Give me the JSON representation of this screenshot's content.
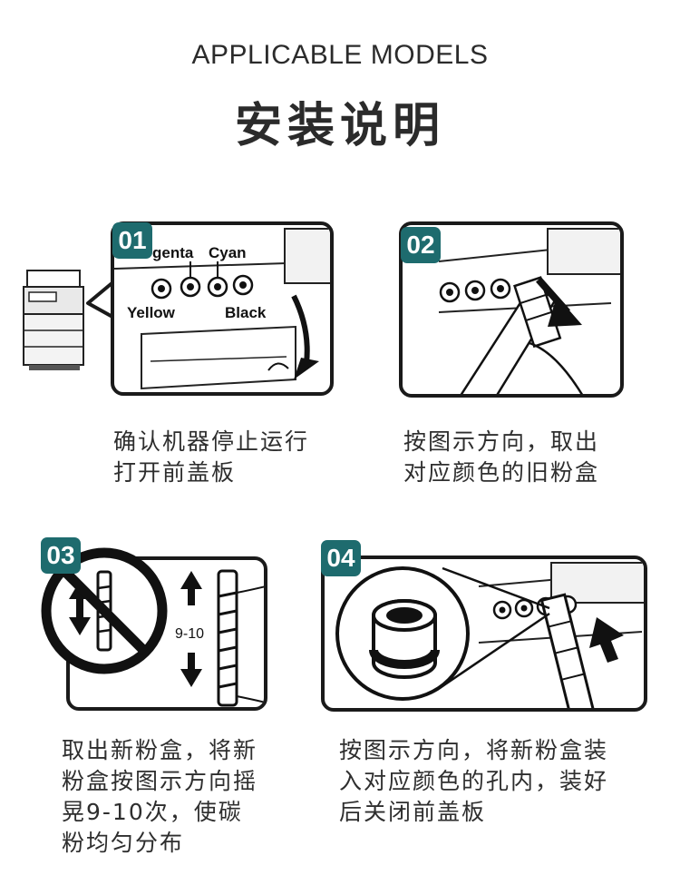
{
  "header": {
    "subtitle": "APPLICABLE MODELS",
    "title": "安装说明"
  },
  "steps": [
    {
      "number": "01",
      "labels": [
        "genta",
        "Cyan",
        "Yellow",
        "Black"
      ],
      "caption": [
        "确认机器停止运行",
        "打开前盖板"
      ]
    },
    {
      "number": "02",
      "caption": [
        "按图示方向，取出",
        "对应颜色的旧粉盒"
      ]
    },
    {
      "number": "03",
      "shake_count": "9-10",
      "caption": [
        "取出新粉盒，将新",
        "粉盒按图示方向摇",
        "晃9-10次，使碳",
        "粉均匀分布"
      ]
    },
    {
      "number": "04",
      "caption": [
        "按图示方向，将新粉盒装",
        "入对应颜色的孔内，装好",
        "后关闭前盖板"
      ]
    }
  ],
  "colors": {
    "badge": "#1e6b6e",
    "text": "#2b2b2b"
  }
}
